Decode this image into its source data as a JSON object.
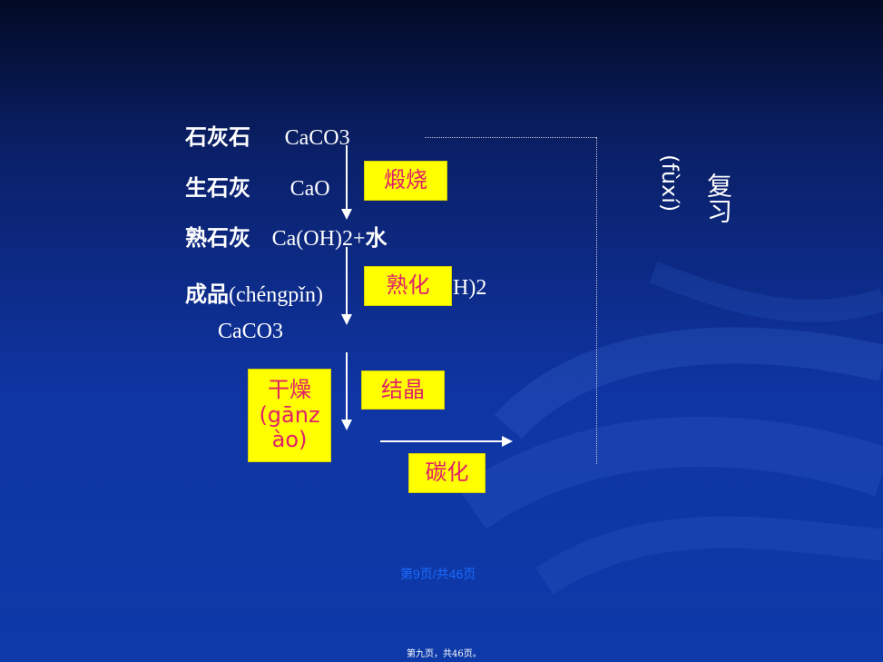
{
  "rows": {
    "limestone": {
      "name": "石灰石",
      "formula": "CaCO3"
    },
    "quicklime": {
      "name": "生石灰",
      "formula": "CaO"
    },
    "slaked": {
      "name": "熟石灰",
      "formula": "Ca(OH)2+",
      "extra": "水"
    },
    "product": {
      "name": "成品",
      "pinyin": "(chéngpǐn)",
      "formula_tail": "H)2"
    },
    "final": {
      "formula": "CaCO3"
    }
  },
  "boxes": {
    "calcine": "煅烧",
    "slake": "熟化",
    "crystallize": "结晶",
    "dry": "干燥",
    "dry_pinyin_1": "(gānz",
    "dry_pinyin_2": "ào)",
    "carbonize": "碳化"
  },
  "side": {
    "review": "复习",
    "review_pinyin": "(fùxí)"
  },
  "pager": "第9页/共46页",
  "footer": "第九页，共46页。",
  "colors": {
    "box_bg": "#ffff00",
    "box_text": "#e0206a",
    "pager": "#1a6bff"
  }
}
